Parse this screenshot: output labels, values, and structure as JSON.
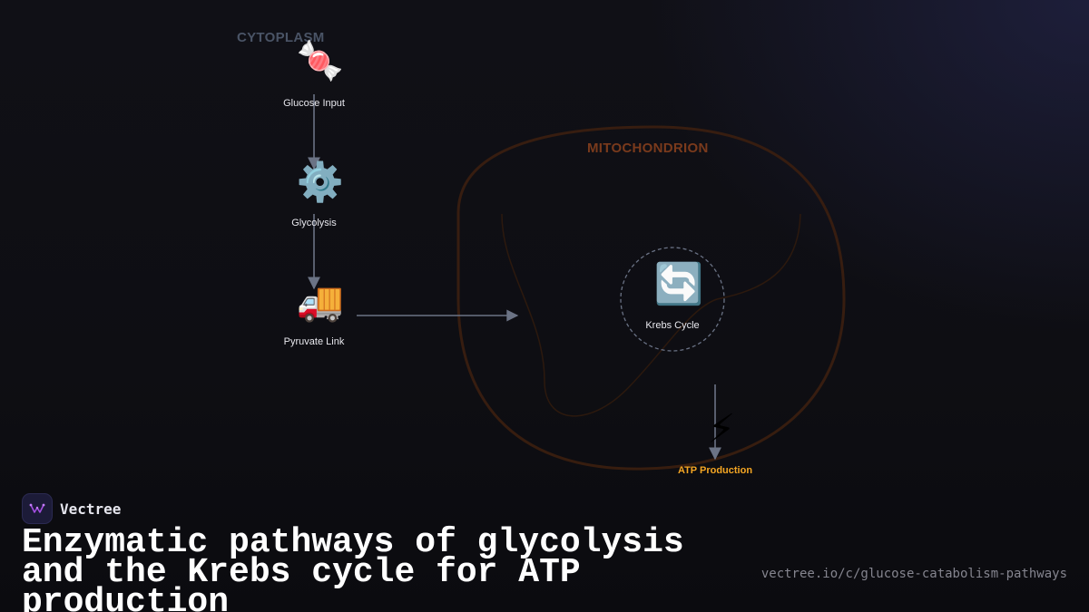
{
  "diagram": {
    "regions": {
      "cytoplasm": "CYTOPLASM",
      "mitochondrion": "MITOCHONDRION"
    },
    "nodes": {
      "glucose": {
        "label": "Glucose Input",
        "icon": "candy-icon",
        "glyph": "🍬"
      },
      "glycolysis": {
        "label": "Glycolysis",
        "icon": "gear-icon",
        "glyph": "⚙️"
      },
      "pyruvate": {
        "label": "Pyruvate Link",
        "icon": "truck-icon",
        "glyph": "🚚"
      },
      "krebs": {
        "label": "Krebs Cycle",
        "icon": "cycle-arrows-icon",
        "glyph": "🔄"
      },
      "atp": {
        "label": "ATP Production",
        "icon": "lightning-icon",
        "glyph": "⚡"
      }
    },
    "edges": [
      {
        "from": "Glucose Input",
        "to": "Glycolysis"
      },
      {
        "from": "Glycolysis",
        "to": "Pyruvate Link"
      },
      {
        "from": "Pyruvate Link",
        "to": "Krebs Cycle"
      },
      {
        "from": "Krebs Cycle",
        "to": "ATP Production"
      }
    ],
    "colors": {
      "arrow": "#6b7385",
      "cytoplasm_label": "#4a5466",
      "mitochondrion": "#7a3a1c",
      "membrane": "#3a1f10",
      "atp_label": "#f5a623"
    }
  },
  "brand": {
    "name": "Vectree",
    "logo_icon": "vectree-logo-icon",
    "accent": "#a34ee0"
  },
  "headline": "Enzymatic pathways of glycolysis and the Krebs cycle for ATP production",
  "source_url": "vectree.io/c/glucose-catabolism-pathways"
}
